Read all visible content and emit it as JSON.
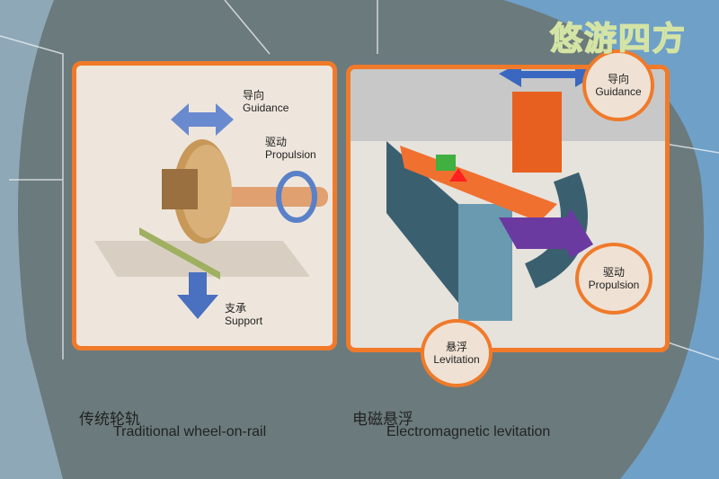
{
  "watermark": "悠游四方",
  "left_panel": {
    "guidance": {
      "cn": "导向",
      "en": "Guidance"
    },
    "propulsion": {
      "cn": "驱动",
      "en": "Propulsion"
    },
    "support": {
      "cn": "支承",
      "en": "Support"
    },
    "caption": {
      "cn": "传统轮轨",
      "en": "Traditional wheel-on-rail"
    }
  },
  "right_panel": {
    "guidance": {
      "cn": "导向",
      "en": "Guidance"
    },
    "propulsion": {
      "cn": "驱动",
      "en": "Propulsion"
    },
    "levitation": {
      "cn": "悬浮",
      "en": "Levitation"
    },
    "caption": {
      "cn": "电磁悬浮",
      "en": "Electromagnetic levitation"
    }
  },
  "colors": {
    "accent": "#f07a2a",
    "arrow_blue": "#4a78c0",
    "bg_blue": "#6fa0c8"
  }
}
